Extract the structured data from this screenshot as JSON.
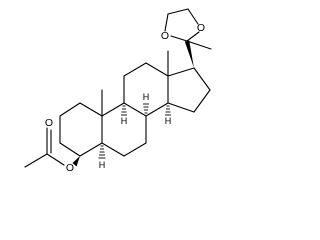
{
  "molecule": {
    "atom_labels": {
      "ester_oxygen": "O",
      "carbonyl_oxygen": "O",
      "dioxolane_oxygen_left": "O",
      "dioxolane_oxygen_right": "O"
    },
    "stereo_h_labels": {
      "h_c5": "H",
      "h_c8": "H",
      "h_c9": "H",
      "h_c14": "H"
    }
  }
}
